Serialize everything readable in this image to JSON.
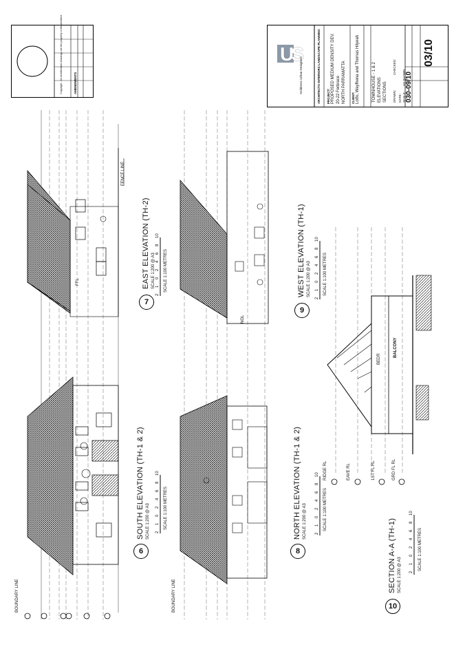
{
  "title_block": {
    "logo_letters": "US",
    "logo_caption": "Architects Urban Designers",
    "firm": "ARCHITECTS INTERIORS LANDSCAPE PLANNING",
    "project_label": "PROJECT:",
    "project": "PROPOSED MEDIUM DENSITY DEV.",
    "address": "20-22 Ferbrace",
    "suburb": "NORTH PARRAMATTA",
    "client_label": "CLIENT:",
    "client": "Lotfo, Wayfhena and Thomas Hilyeah",
    "drawing_title": "TOWNHOUSE - 1 & 2",
    "drawing_sub1": "ELEVATIONS",
    "drawing_sub2": "SECTIONS",
    "drawing_no": "030-09/10",
    "sheet_no": "03/10",
    "drawn_label": "DRAWN:",
    "checked_label": "CHECKED:",
    "date_label": "DATE:",
    "scale_label": "SCALE:",
    "scale_value": "AS SHOWN",
    "amendments_label": "AMENDMENTS",
    "copyright": "Copyright - All architectural drawings are the property of the architect"
  },
  "views": [
    {
      "num": "6",
      "title": "SOUTH ELEVATION (TH-1 & 2)",
      "scale": "SCALE 1:200 @ A3",
      "bar": "SCALE 1:100 METRES"
    },
    {
      "num": "7",
      "title": "EAST ELEVATION (TH-2)",
      "scale": "SCALE 1:200 @ A3",
      "bar": "SCALE 1:100 METRES"
    },
    {
      "num": "8",
      "title": "NORTH ELEVATION (TH-1 & 2)",
      "scale": "SCALE 1:200 @ A3",
      "bar": "SCALE 1:100 METRES"
    },
    {
      "num": "9",
      "title": "WEST ELEVATION (TH-1)",
      "scale": "SCALE 1:200 @ A3",
      "bar": "SCALE 1:100 METRES"
    },
    {
      "num": "10",
      "title": "SECTION A-A (TH-1)",
      "scale": "SCALE 1:200 @ A3",
      "bar": "SCALE 1:100 METRES"
    }
  ],
  "scale_ticks": [
    "2",
    "1",
    "0",
    "2",
    "4",
    "6",
    "8",
    "10"
  ],
  "labels": {
    "boundary": "BOUNDARY LINE",
    "fence": "FENCE LINE",
    "balcony": "BALCONY",
    "bedroom": "BEDR",
    "ffl": "FFL",
    "ngl": "NGL",
    "ridge": "RIDGE RL",
    "eave": "EAVE RL",
    "first_fl": "1ST FL RL",
    "ground_fl": "GRD FL RL"
  }
}
